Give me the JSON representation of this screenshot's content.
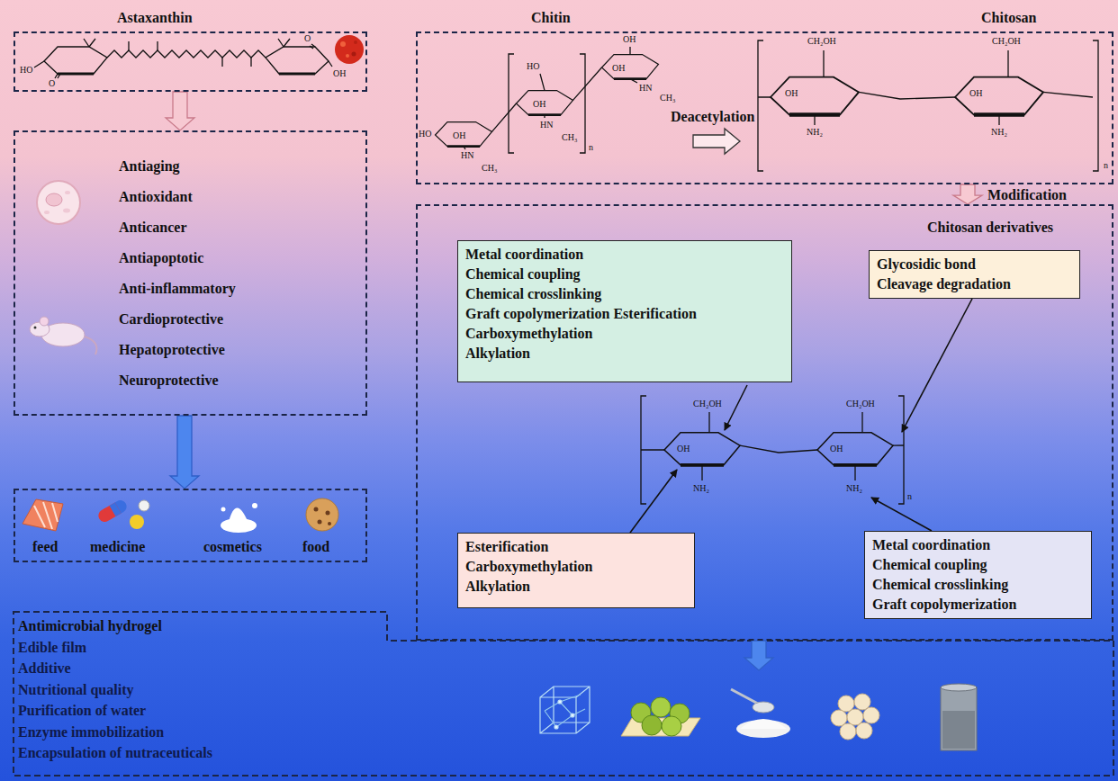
{
  "diagram": {
    "nodes": [
      {
        "text": [
          "Astaxanthin"
        ]
      },
      {
        "text": [
          "Chitin",
          "Deacetylation",
          "Chitosan"
        ]
      },
      {
        "text": [
          "Antiaging",
          "Antioxidant",
          "Anticancer",
          "Antiapoptotic",
          "Anti-inflammatory",
          "Cardioprotective",
          "Hepatoprotective",
          "Neuroprotective"
        ]
      },
      {
        "text": [
          "feed",
          "medicine",
          "cosmetics",
          "food"
        ]
      },
      {
        "text": [
          "Antimicrobial hydrogel",
          "Edible film",
          "Additive",
          "Nutritional quality",
          "Purification of water",
          "Enzyme immobilization",
          "Encapsulation of nutraceuticals"
        ]
      },
      {
        "text": [
          "Chitosan derivatives"
        ]
      },
      {
        "text": [
          "Metal coordination",
          "Chemical coupling",
          "Chemical crosslinking",
          "Graft copolymerization Esterification",
          "Carboxymethylation",
          "Alkylation"
        ],
        "in": 5
      },
      {
        "text": [
          "Glycosidic bond",
          "Cleavage degradation"
        ],
        "in": 5
      },
      {
        "text": [
          "Esterification",
          "Carboxymethylation",
          "Alkylation"
        ],
        "in": 5
      },
      {
        "text": [
          "Metal coordination",
          "Chemical coupling",
          "Chemical crosslinking",
          "Graft copolymerization"
        ],
        "in": 5
      }
    ],
    "edges": [
      {
        "from": 0,
        "to": 2,
        "arrow": "to"
      },
      {
        "from": 2,
        "to": 3,
        "arrow": "to"
      },
      {
        "from": 1,
        "to": 5,
        "label": "Modification",
        "arrow": "to"
      },
      {
        "from": 5,
        "to": 4,
        "arrow": "to"
      }
    ],
    "labels": [
      "HO",
      "O",
      "OH",
      "O",
      "HO",
      "OH",
      "HN",
      "CH₃",
      "HO",
      "OH",
      "HN",
      "CH₃",
      "n",
      "OH",
      "OH",
      "HN",
      "CH₃",
      "CH₂OH",
      "OH",
      "NH₂",
      "CH₂OH",
      "OH",
      "NH₂",
      "n",
      "CH₂OH",
      "OH",
      "NH₂",
      "CH₂OH",
      "OH",
      "NH₂",
      "n"
    ]
  }
}
